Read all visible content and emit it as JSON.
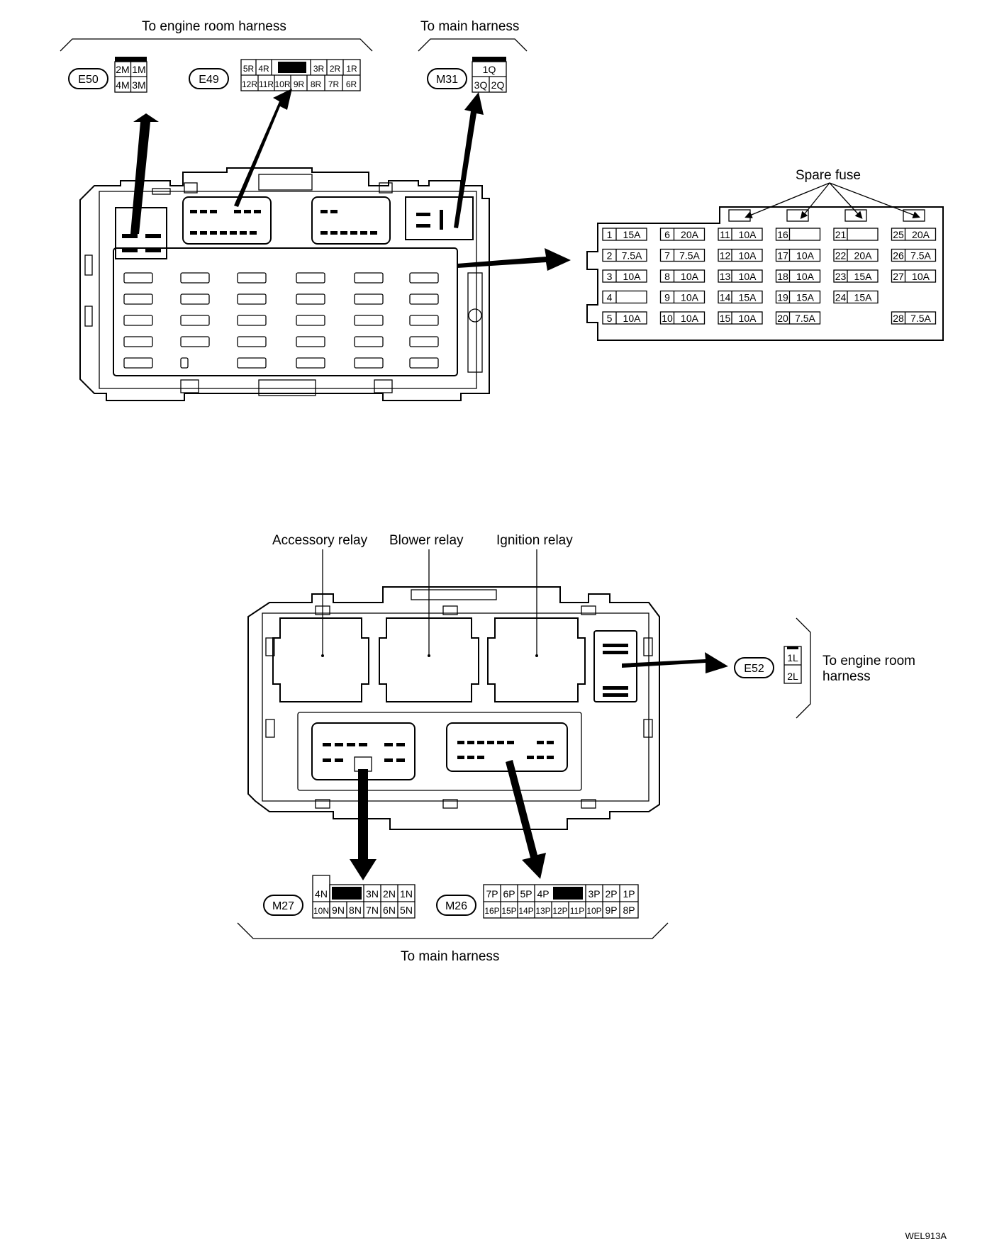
{
  "labels": {
    "top_engine_harness": "To engine room harness",
    "top_main_harness": "To main harness",
    "spare_fuse": "Spare fuse",
    "accessory_relay": "Accessory relay",
    "blower_relay": "Blower relay",
    "ignition_relay": "Ignition relay",
    "right_engine_harness_1": "To engine room",
    "right_engine_harness_2": "harness",
    "bottom_main_harness": "To main harness",
    "figure_code": "WEL913A"
  },
  "connectors": {
    "E50": {
      "id": "E50",
      "row1": [
        "2M",
        "1M"
      ],
      "row2": [
        "4M",
        "3M"
      ]
    },
    "E49": {
      "id": "E49",
      "row1": [
        "5R",
        "4R",
        "",
        "3R",
        "2R",
        "1R"
      ],
      "row2": [
        "12R",
        "11R",
        "10R",
        "9R",
        "8R",
        "7R",
        "6R"
      ]
    },
    "M31": {
      "id": "M31",
      "row1": [
        "1Q"
      ],
      "row2": [
        "3Q",
        "2Q"
      ]
    },
    "E52": {
      "id": "E52",
      "pins": [
        "1L",
        "2L"
      ]
    },
    "M27": {
      "id": "M27",
      "row1": [
        "4N",
        "",
        "3N",
        "2N",
        "1N"
      ],
      "row2": [
        "10N",
        "9N",
        "8N",
        "7N",
        "6N",
        "5N"
      ]
    },
    "M26": {
      "id": "M26",
      "row1": [
        "7P",
        "6P",
        "5P",
        "4P",
        "",
        "3P",
        "2P",
        "1P"
      ],
      "row2": [
        "16P",
        "15P",
        "14P",
        "13P",
        "12P",
        "11P",
        "10P",
        "9P",
        "8P"
      ]
    }
  },
  "fuses": [
    {
      "no": "1",
      "amp": "15A"
    },
    {
      "no": "2",
      "amp": "7.5A"
    },
    {
      "no": "3",
      "amp": "10A"
    },
    {
      "no": "4",
      "amp": ""
    },
    {
      "no": "5",
      "amp": "10A"
    },
    {
      "no": "6",
      "amp": "20A"
    },
    {
      "no": "7",
      "amp": "7.5A"
    },
    {
      "no": "8",
      "amp": "10A"
    },
    {
      "no": "9",
      "amp": "10A"
    },
    {
      "no": "10",
      "amp": "10A"
    },
    {
      "no": "11",
      "amp": "10A"
    },
    {
      "no": "12",
      "amp": "10A"
    },
    {
      "no": "13",
      "amp": "10A"
    },
    {
      "no": "14",
      "amp": "15A"
    },
    {
      "no": "15",
      "amp": "10A"
    },
    {
      "no": "16",
      "amp": ""
    },
    {
      "no": "17",
      "amp": "10A"
    },
    {
      "no": "18",
      "amp": "10A"
    },
    {
      "no": "19",
      "amp": "15A"
    },
    {
      "no": "20",
      "amp": "7.5A"
    },
    {
      "no": "21",
      "amp": ""
    },
    {
      "no": "22",
      "amp": "20A"
    },
    {
      "no": "23",
      "amp": "15A"
    },
    {
      "no": "24",
      "amp": "15A"
    },
    {
      "no": "25",
      "amp": "20A"
    },
    {
      "no": "26",
      "amp": "7.5A"
    },
    {
      "no": "27",
      "amp": "10A"
    },
    {
      "no": "28",
      "amp": "7.5A"
    }
  ]
}
